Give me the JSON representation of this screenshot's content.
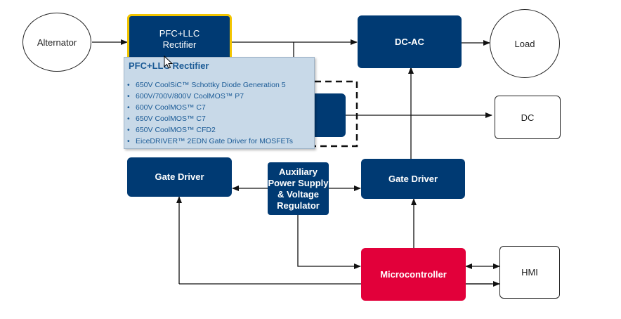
{
  "diagram": {
    "alternator": "Alternator",
    "pfc_llc": "PFC+LLC Rectifier",
    "dc_ac": "DC-AC",
    "load": "Load",
    "dc": "DC",
    "gate_driver_left": "Gate Driver",
    "gate_driver_right": "Gate Driver",
    "aux_supply": "Auxiliary Power Supply & Voltage Regulator",
    "microcontroller": "Microcontroller",
    "hmi": "HMI"
  },
  "tooltip": {
    "title": "PFC+LLC Rectifier",
    "items": [
      "650V CoolSiC™ Schottky Diode Generation 5",
      "600V/700V/800V CoolMOS™ P7",
      "600V CoolMOS™ C7",
      "650V CoolMOS™ C7",
      "650V CoolMOS™ CFD2",
      "EiceDRIVER™ 2EDN Gate Driver for MOSFETs"
    ]
  },
  "colors": {
    "block": "#003a73",
    "microcontroller": "#e2003a",
    "highlight": "#f2c500",
    "tooltip_bg": "#c8d9e8",
    "tooltip_text": "#1b5b96"
  }
}
